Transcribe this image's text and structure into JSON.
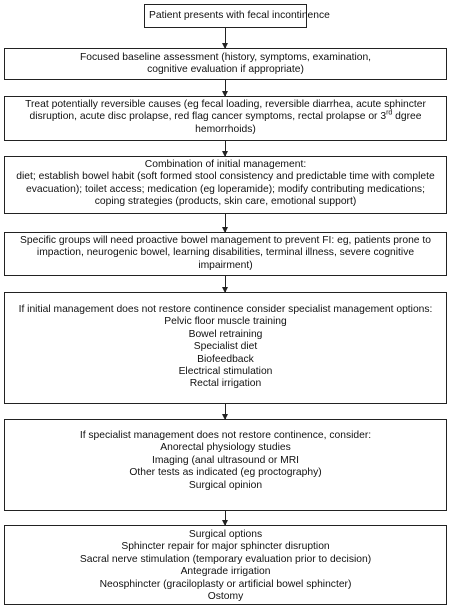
{
  "flowchart": {
    "boxes": [
      {
        "lines": [
          "Patient presents with fecal incontinence"
        ]
      },
      {
        "lines": [
          "Focused baseline assessment (history, symptoms, examination,",
          "cognitive evaluation if appropriate)"
        ]
      },
      {
        "lines": [
          "Treat potentially reversible causes (eg fecal loading, reversible diarrhea, acute sphincter",
          "disruption, acute disc prolapse, red flag cancer symptoms, rectal prolapse or 3",
          "hemorrhoids)"
        ],
        "sup_text": "rd",
        "after_sup": " dgree"
      },
      {
        "lines": [
          "Combination of initial management:",
          "diet; establish bowel habit (soft formed stool consistency and predictable time with complete",
          "evacuation); toilet access; medication (eg loperamide); modify contributing medications;",
          "coping strategies (products, skin care, emotional support)"
        ]
      },
      {
        "lines": [
          "Specific groups will need proactive bowel management to prevent FI: eg, patients prone to",
          "impaction, neurogenic bowel, learning disabilities, terminal illness, severe cognitive",
          "impairment)"
        ]
      },
      {
        "lines": [
          "If initial management does not restore continence consider specialist management options:",
          "Pelvic floor muscle training",
          "Bowel retraining",
          "Specialist diet",
          "Biofeedback",
          "Electrical stimulation",
          "Rectal irrigation"
        ]
      },
      {
        "lines": [
          "If specialist management does not restore continence, consider:",
          "Anorectal physiology studies",
          "Imaging (anal ultrasound or MRI",
          "Other tests as indicated (eg proctography)",
          "Surgical opinion"
        ]
      },
      {
        "lines": [
          "Surgical options",
          "Sphincter repair for major sphincter disruption",
          "Sacral nerve stimulation (temporary evaluation prior to decision)",
          "Antegrade irrigation",
          "Neosphincter (graciloplasty or artificial bowel sphincter)",
          "Ostomy"
        ]
      }
    ]
  }
}
